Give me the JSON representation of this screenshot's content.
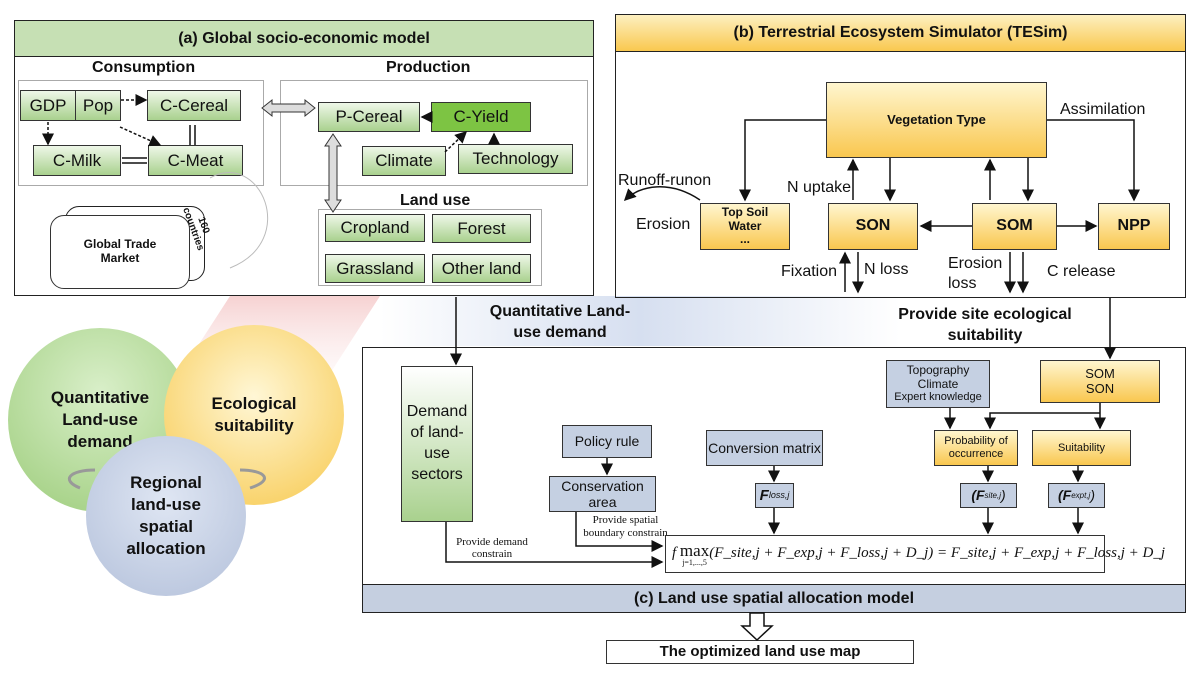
{
  "panel_a": {
    "title": "(a) Global socio-economic model",
    "consumption": "Consumption",
    "production": "Production",
    "land_use": "Land use",
    "gdp": "GDP",
    "pop": "Pop",
    "c_cereal": "C-Cereal",
    "c_milk": "C-Milk",
    "c_meat": "C-Meat",
    "p_cereal": "P-Cereal",
    "c_yield": "C-Yield",
    "climate": "Climate",
    "technology": "Technology",
    "cropland": "Cropland",
    "forest": "Forest",
    "grassland": "Grassland",
    "other_land": "Other land",
    "trade_market": "Global Trade Market",
    "countries": "160 countries"
  },
  "panel_b": {
    "title": "(b) Terrestrial Ecosystem Simulator (TESim)",
    "vegetation": "Vegetation Type",
    "top_soil_water": "Top Soil Water",
    "ellipsis": "...",
    "son": "SON",
    "som": "SOM",
    "npp": "NPP",
    "assimilation": "Assimilation",
    "runoff": "Runoff-runon",
    "erosion": "Erosion",
    "n_uptake": "N uptake",
    "fixation": "Fixation",
    "n_loss": "N loss",
    "erosion_loss": "Erosion loss",
    "c_release": "C release"
  },
  "links": {
    "quant_demand": "Quantitative Land-use demand",
    "site_suitability": "Provide site ecological suitability"
  },
  "circles": {
    "quant": "Quantitative Land-use demand",
    "eco": "Ecological suitability",
    "regional": "Regional land-use spatial allocation"
  },
  "panel_c": {
    "title": "(c) Land use spatial allocation model",
    "demand": "Demand of land-use sectors",
    "policy": "Policy rule",
    "conservation": "Conservation area",
    "conversion": "Conversion matrix",
    "topography": "Topography",
    "climate": "Climate",
    "expert": "Expert knowledge",
    "som": "SOM",
    "son": "SON",
    "probability": "Probability of occurrence",
    "suitability": "Suitability",
    "f_loss": "F",
    "f_loss_sub": "loss,j",
    "f_site": "(F",
    "f_site_sub": "site,j",
    ")": ")",
    "f_expt": "(F",
    "f_expt_sub": "expt,j",
    "provide_demand": "Provide demand constrain",
    "provide_spatial": "Provide spatial boundary constrain",
    "formula": {
      "f": "f",
      "max": "max",
      "range": "j=1,...,5",
      "lhs": "(F_site,j + F_exp,j + F_loss,j + D_j)",
      "rhs": "= F_site,j + F_exp,j + F_loss,j + D_j"
    }
  },
  "output": "The optimized land use map",
  "colors": {
    "green": "#a9d18e",
    "dark_green": "#7dc443",
    "yellow": "#f9c74f",
    "blue": "#c5d0e2"
  }
}
